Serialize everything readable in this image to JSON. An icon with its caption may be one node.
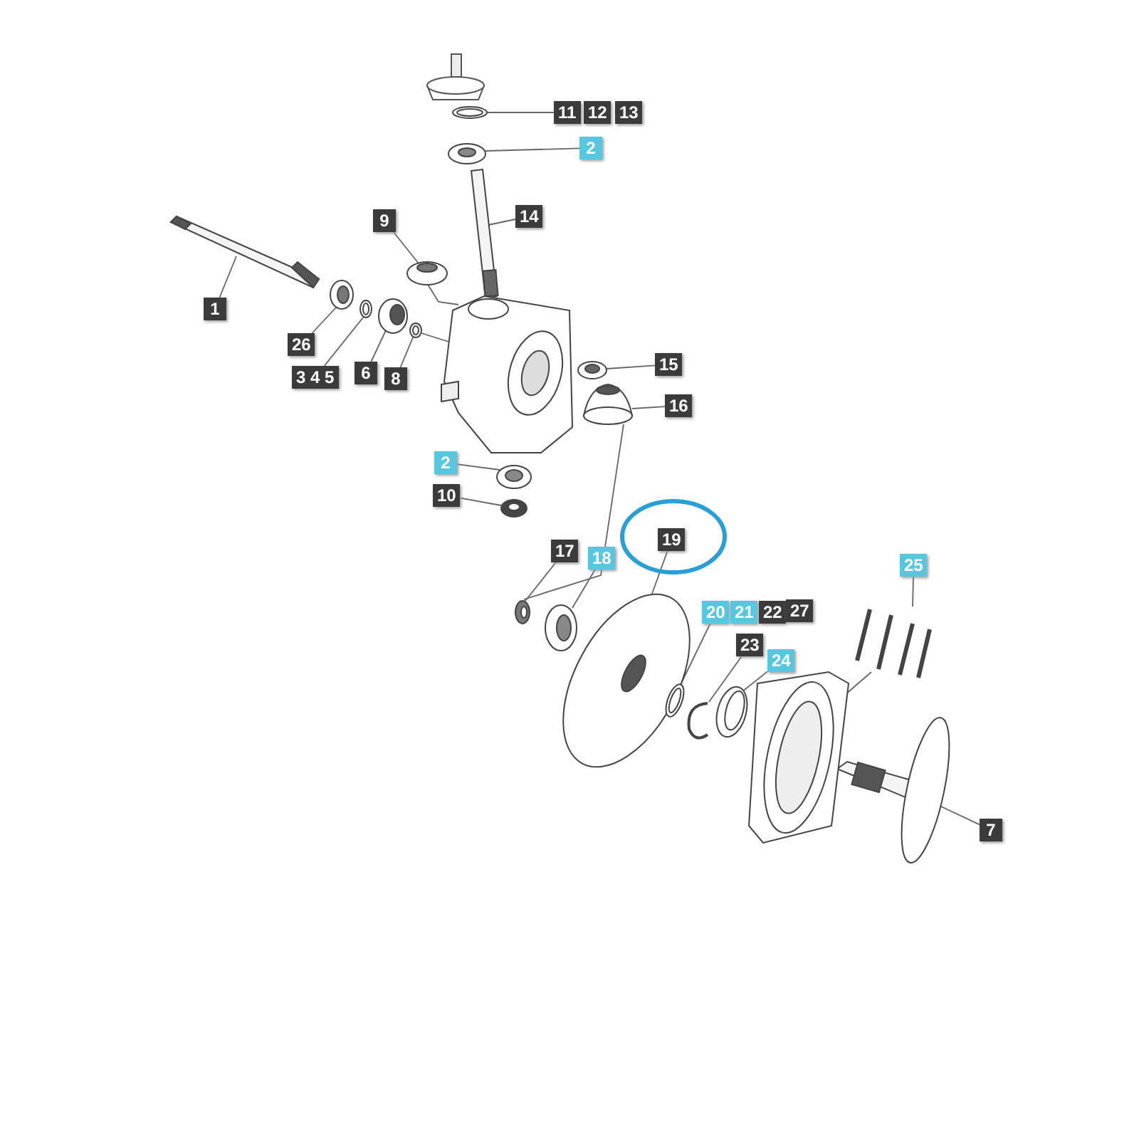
{
  "diagram": {
    "nodes": [
      {
        "text": [
          "11"
        ]
      },
      {
        "text": [
          "2"
        ]
      },
      {
        "text": [
          "14"
        ]
      },
      {
        "text": [
          "9"
        ]
      },
      {
        "text": [
          "1"
        ]
      },
      {
        "text": [
          "26"
        ]
      },
      {
        "text": [
          "3 4 5"
        ]
      },
      {
        "text": [
          "6"
        ]
      },
      {
        "text": [
          "8"
        ]
      },
      {
        "text": [
          "15"
        ]
      },
      {
        "text": [
          "16"
        ]
      },
      {
        "text": [
          "2"
        ]
      },
      {
        "text": [
          "10"
        ]
      },
      {
        "text": [
          "17"
        ]
      },
      {
        "text": [
          "18"
        ]
      },
      {
        "text": [
          "19"
        ]
      },
      {
        "text": [
          "20"
        ]
      },
      {
        "text": [
          "23"
        ]
      },
      {
        "text": [
          "24"
        ]
      },
      {
        "text": [
          "25"
        ]
      },
      {
        "text": [
          "7"
        ]
      },
      {
        "text": [],
        "shape": "picture"
      },
      {
        "text": [],
        "shape": "picture"
      },
      {
        "text": [],
        "shape": "picture"
      },
      {
        "text": [],
        "shape": "picture"
      },
      {
        "text": [],
        "shape": "picture"
      },
      {
        "text": [],
        "shape": "picture"
      },
      {
        "text": [],
        "shape": "picture"
      },
      {
        "text": [],
        "shape": "picture"
      },
      {
        "text": [],
        "shape": "picture"
      },
      {
        "text": [],
        "shape": "picture"
      },
      {
        "text": [],
        "shape": "picture"
      },
      {
        "text": [],
        "shape": "picture"
      },
      {
        "text": [],
        "shape": "picture"
      },
      {
        "text": [],
        "shape": "picture"
      },
      {
        "text": [],
        "shape": "picture"
      },
      {
        "text": [],
        "shape": "picture"
      },
      {
        "text": [],
        "shape": "picture"
      },
      {
        "text": [],
        "shape": "picture"
      },
      {
        "text": [],
        "shape": "picture"
      },
      {
        "text": [],
        "shape": "picture"
      },
      {
        "text": [],
        "shape": "picture"
      },
      {
        "text": [
          "12"
        ]
      },
      {
        "text": [
          "13"
        ]
      },
      {
        "text": [
          "21"
        ]
      },
      {
        "text": [
          "22"
        ]
      },
      {
        "text": [
          "27"
        ]
      },
      {
        "text": [],
        "shape": "picture"
      },
      {
        "text": [],
        "shape": "picture"
      }
    ],
    "edges": [
      {
        "from": 0,
        "to": 21,
        "arrow": "none"
      },
      {
        "from": 1,
        "to": 22,
        "arrow": "none"
      },
      {
        "from": 2,
        "to": 23,
        "arrow": "none"
      },
      {
        "from": 3,
        "to": 24,
        "arrow": "none"
      },
      {
        "from": 4,
        "to": 25,
        "arrow": "none"
      },
      {
        "from": 5,
        "to": 26,
        "arrow": "none"
      },
      {
        "from": 6,
        "to": 27,
        "arrow": "none"
      },
      {
        "from": 7,
        "to": 28,
        "arrow": "none"
      },
      {
        "from": 8,
        "to": 29,
        "arrow": "none"
      },
      {
        "from": 9,
        "to": 30,
        "arrow": "none"
      },
      {
        "from": 10,
        "to": 31,
        "arrow": "none"
      },
      {
        "from": 11,
        "to": 32,
        "arrow": "none"
      },
      {
        "from": 12,
        "to": 33,
        "arrow": "none"
      },
      {
        "from": 13,
        "to": 34,
        "arrow": "none"
      },
      {
        "from": 14,
        "to": 35,
        "arrow": "none"
      },
      {
        "from": 15,
        "to": 36,
        "arrow": "none"
      },
      {
        "from": 16,
        "to": 37,
        "arrow": "none"
      },
      {
        "from": 17,
        "to": 38,
        "arrow": "none"
      },
      {
        "from": 18,
        "to": 39,
        "arrow": "none"
      },
      {
        "from": 19,
        "to": 40,
        "arrow": "none"
      },
      {
        "from": 20,
        "to": 41,
        "arrow": "none"
      },
      {
        "from": 24,
        "to": 47,
        "arrow": "none"
      },
      {
        "from": 29,
        "to": 47,
        "arrow": "none"
      },
      {
        "from": 31,
        "to": 34,
        "arrow": "none"
      },
      {
        "from": 40,
        "to": 48,
        "arrow": "none"
      }
    ]
  }
}
